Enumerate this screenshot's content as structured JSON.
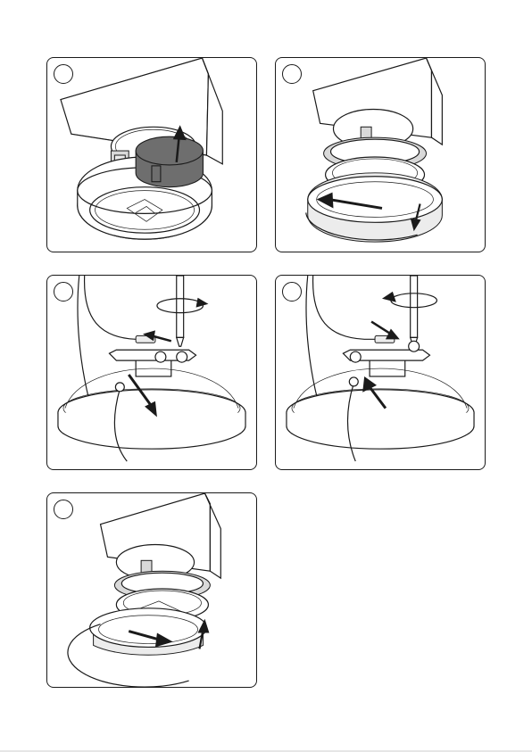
{
  "document": {
    "kind": "assembly-instructions",
    "steps": [
      {
        "id": "step-1",
        "action": "lift-off-grey-ring",
        "arrow": "up"
      },
      {
        "id": "step-2",
        "action": "rotate-lamp-counter-clockwise-and-lower",
        "arrow": "down"
      },
      {
        "id": "step-3",
        "action": "unscrew-terminal-and-disconnect",
        "arrow": "counter-clockwise"
      },
      {
        "id": "step-4",
        "action": "connect-and-screw-terminal",
        "arrow": "clockwise"
      },
      {
        "id": "step-5",
        "action": "raise-and-rotate-lamp-clockwise",
        "arrow": "up"
      }
    ]
  },
  "colors": {
    "line": "#1a1a1a",
    "dark_part": "#6e6e6e",
    "light_part": "#d9d9d9",
    "background": "#ffffff"
  }
}
